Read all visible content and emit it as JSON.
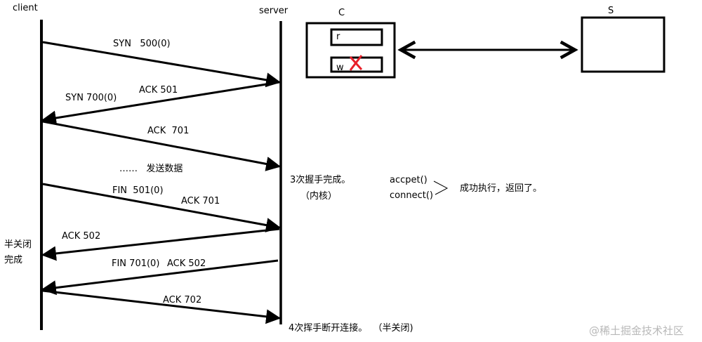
{
  "actors": {
    "client": "client",
    "server": "server",
    "box_c": "C",
    "box_s": "S",
    "slot_r": "r",
    "slot_w": "w"
  },
  "messages": [
    {
      "label": "SYN   500(0)"
    },
    {
      "label": "ACK 501"
    },
    {
      "label": "SYN 700(0)"
    },
    {
      "label": "ACK  701"
    },
    {
      "label": "FIN  501(0)"
    },
    {
      "label": "ACK 701"
    },
    {
      "label": "ACK 502"
    },
    {
      "label": "FIN 701(0)"
    },
    {
      "label": "ACK 502"
    },
    {
      "label": "ACK 702"
    }
  ],
  "notes": {
    "send_data": "……   发送数据",
    "handshake_done": "3次握手完成。",
    "kernel": "（内核）",
    "half_close_1": "半关闭",
    "half_close_2": "完成",
    "accept_call": "accpet()",
    "connect_call": "connect()",
    "returned": "成功执行，返回了。",
    "wave_done": "4次挥手断开连接。  （半关闭)"
  },
  "watermark": "@稀土掘金技术社区",
  "colors": {
    "line": "#000000",
    "cross": "#e8202a",
    "watermark": "#b8b8b8"
  }
}
